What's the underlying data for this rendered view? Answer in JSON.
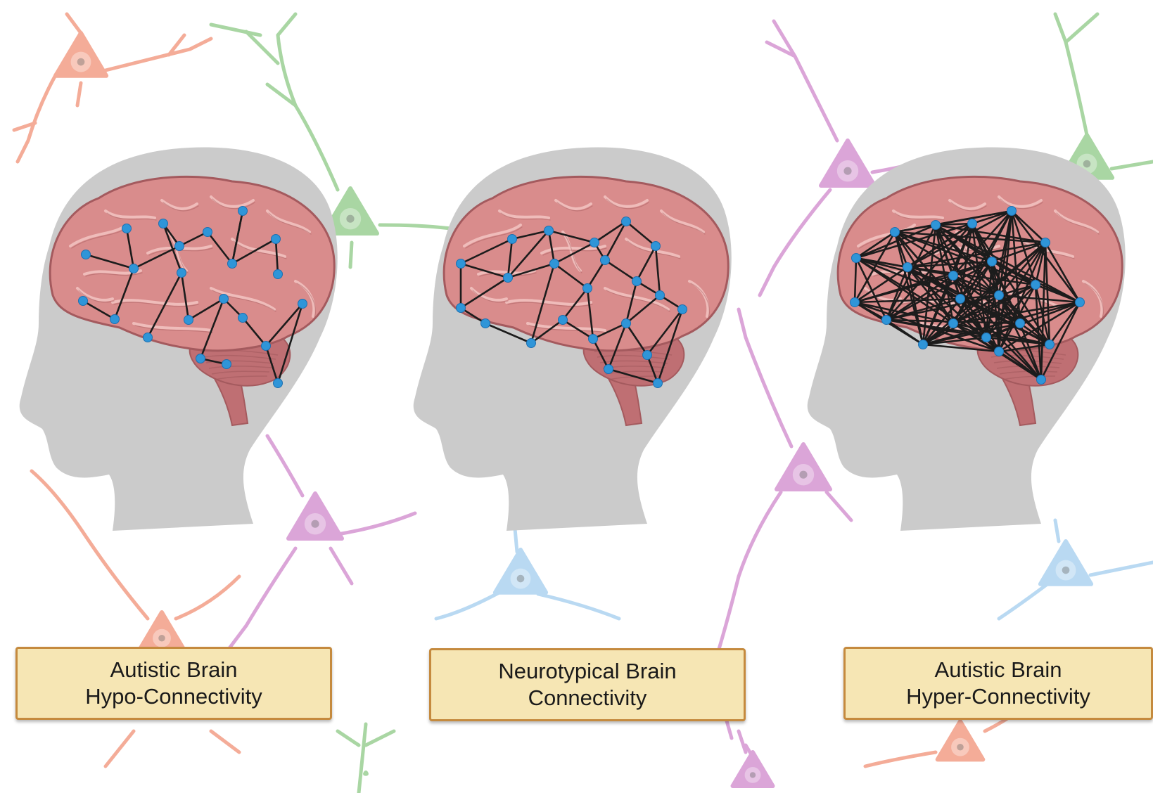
{
  "panels": [
    {
      "id": "hypo",
      "caption": {
        "line1": "Autistic Brain",
        "line2": "Hypo-Connectivity"
      }
    },
    {
      "id": "neurotypical",
      "caption": {
        "line1": "Neurotypical Brain",
        "line2": "Connectivity"
      }
    },
    {
      "id": "hyper",
      "caption": {
        "line1": "Autistic Brain",
        "line2": "Hyper-Connectivity"
      }
    }
  ],
  "colors": {
    "background": "#ffffff",
    "head": "#cbcbcb",
    "brain": "#d98c8c",
    "brain_outline": "#a45a5e",
    "brain_sulci": "#f2c4c2",
    "cerebellum": "#bf6f73",
    "node": "#2f95d8",
    "edge": "#1c1c1c",
    "caption_fill": "#f6e6b4",
    "caption_border": "#c58a3e",
    "neuron_orange": "#f4ac98",
    "neuron_green": "#a9d6a3",
    "neuron_purple": "#dba5d8",
    "neuron_blue": "#b9d9f2"
  },
  "icons": [
    "neuron-icon",
    "head-silhouette-icon",
    "brain-icon"
  ]
}
